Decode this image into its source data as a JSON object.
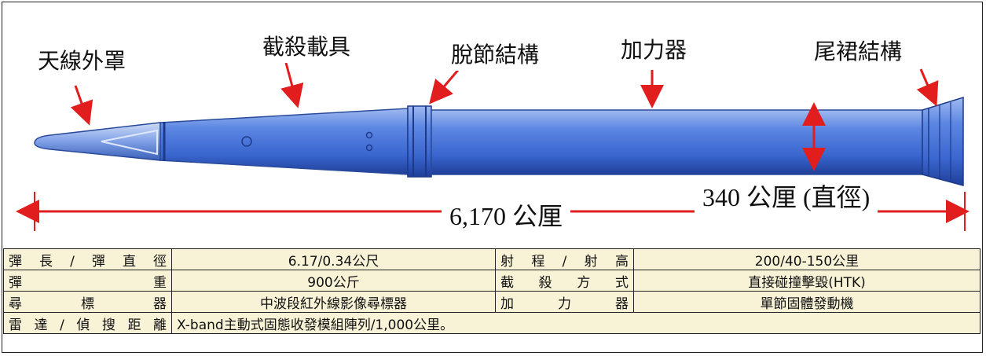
{
  "labels": {
    "antenna": "天線外罩",
    "kill_vehicle": "截殺載具",
    "separation": "脫節結構",
    "booster": "加力器",
    "tail": "尾裙結構"
  },
  "dimensions": {
    "diameter": "340 公厘 (直徑)",
    "length": "6,170 公厘"
  },
  "colors": {
    "body": "#3f6fd6",
    "body_dark": "#1f3f99",
    "arrow": "#e11d1d",
    "table_bg": "#f8f2d6"
  },
  "specs": [
    {
      "k1": "彈長/彈直徑",
      "v1": "6.17/0.34公尺",
      "k2": "射程/射高",
      "v2": "200/40-150公里"
    },
    {
      "k1": "彈重",
      "v1": "900公斤",
      "k2": "截殺方式",
      "v2": "直接碰撞擊毀(HTK)"
    },
    {
      "k1": "尋標器",
      "v1": "中波段紅外線影像尋標器",
      "k2": "加力器",
      "v2": "單節固體發動機"
    },
    {
      "k1": "雷達/偵搜距離",
      "wide": "X-band主動式固態收發模組陣列/1,000公里。"
    }
  ]
}
